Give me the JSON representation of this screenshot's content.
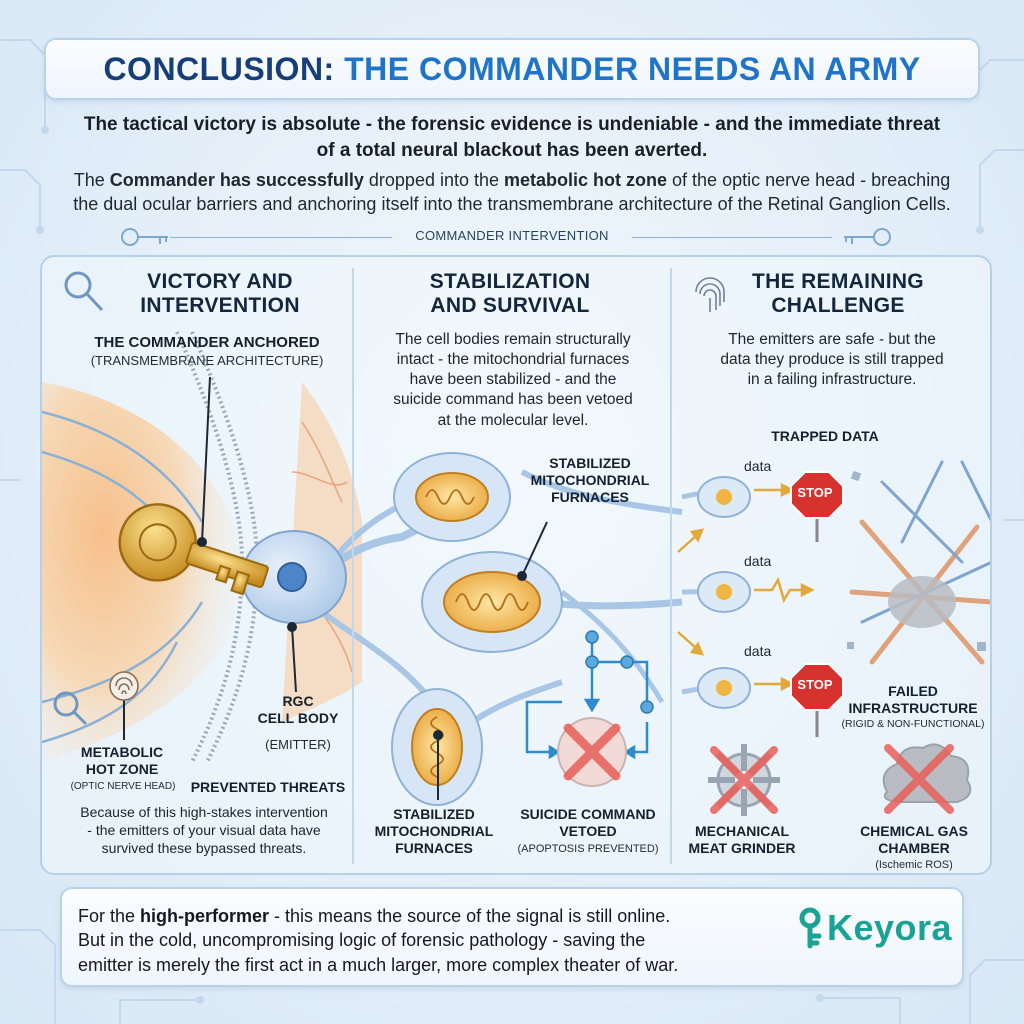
{
  "title": {
    "part1": "CONCLUSION:",
    "part2": "THE COMMANDER NEEDS AN ARMY"
  },
  "intro": {
    "bold_line1": "The tactical victory is absolute - the forensic evidence is undeniable - and the immediate threat",
    "bold_line2": "of a total neural blackout has been averted.",
    "p_a": "The ",
    "p_b": "Commander has successfully",
    "p_c": " dropped into the ",
    "p_d": "metabolic hot zone",
    "p_e": " of the optic nerve head - breaching",
    "p_line2": "the dual ocular barriers and anchoring itself into the transmembrane architecture of the Retinal Ganglion Cells."
  },
  "divider_label": "COMMANDER INTERVENTION",
  "col1": {
    "title_l1": "VICTORY AND",
    "title_l2": "INTERVENTION",
    "anchored_title": "THE COMMANDER ANCHORED",
    "anchored_sub": "(TRANSMEMBRANE ARCHITECTURE)",
    "rgc_l1": "RGC",
    "rgc_l2": "CELL BODY",
    "rgc_sub": "(EMITTER)",
    "hot_l1": "METABOLIC",
    "hot_l2": "HOT ZONE",
    "hot_sub": "(OPTIC NERVE HEAD)",
    "prevented": "PREVENTED THREATS",
    "desc_l1": "Because of this high-stakes intervention",
    "desc_l2": "- the emitters of your visual data have",
    "desc_l3": "survived these bypassed threats."
  },
  "col2": {
    "title_l1": "STABILIZATION",
    "title_l2": "AND SURVIVAL",
    "p_l1": "The cell bodies remain structurally",
    "p_l2": "intact - the mitochondrial furnaces",
    "p_l3": "have been stabilized - and the",
    "p_l4": "suicide command has been vetoed",
    "p_l5": "at the molecular level.",
    "mito_top_l1": "STABILIZED",
    "mito_top_l2": "MITOCHONDRIAL",
    "mito_top_l3": "FURNACES",
    "mito_bot_l1": "STABILIZED",
    "mito_bot_l2": "MITOCHONDRIAL",
    "mito_bot_l3": "FURNACES",
    "suicide_l1": "SUICIDE COMMAND",
    "suicide_l2": "VETOED",
    "suicide_sub": "(APOPTOSIS PREVENTED)"
  },
  "col3": {
    "title_l1": "THE REMAINING",
    "title_l2": "CHALLENGE",
    "p_l1": "The emitters are safe - but the",
    "p_l2": "data they produce is still trapped",
    "p_l3": "in a failing infrastructure.",
    "trapped": "TRAPPED DATA",
    "data_1": "data",
    "data_2": "data",
    "data_3": "data",
    "stop_1": "STOP",
    "stop_2": "STOP",
    "failed_l1": "FAILED",
    "failed_l2": "INFRASTRUCTURE",
    "failed_sub": "(RIGID & NON-FUNCTIONAL)",
    "grinder_l1": "MECHANICAL",
    "grinder_l2": "MEAT GRINDER",
    "gas_l1": "CHEMICAL GAS",
    "gas_l2": "CHAMBER",
    "gas_sub": "(Ischemic ROS)"
  },
  "footer": {
    "a": "For the ",
    "b": "high-performer",
    "c": " - this means the source of the signal is still online.",
    "line2": "But in the cold, uncompromising logic of forensic pathology - saving the",
    "line3": "emitter is merely the first act in a much larger, more complex theater of war."
  },
  "brand": "Keyora",
  "colors": {
    "title_dark": "#163f78",
    "title_accent": "#1f74c9",
    "brand": "#1aa394",
    "stop_red": "#d8322f",
    "veto_red": "#e8605a",
    "gold": "#e2a83a"
  }
}
